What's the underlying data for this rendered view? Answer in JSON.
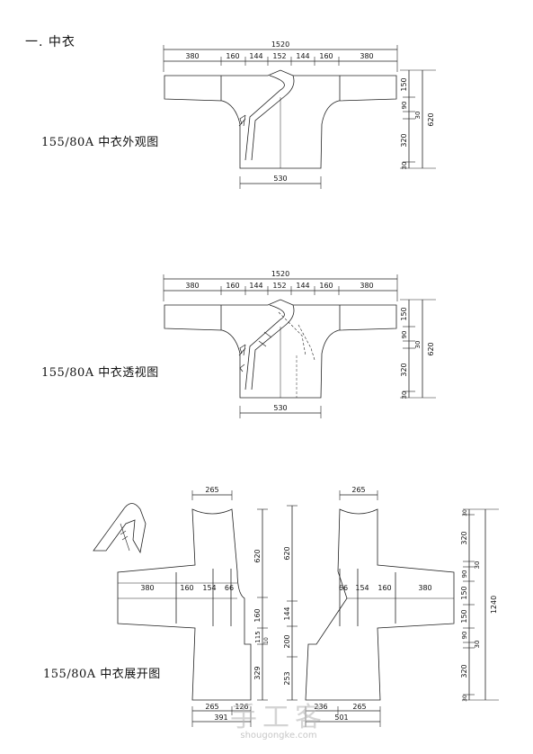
{
  "heading": "一. 中衣",
  "figure_labels": {
    "exterior": "155/80A 中衣外观图",
    "see_through": "155/80A 中衣透视图",
    "flat": "155/80A 中衣展开图"
  },
  "top_dims": {
    "total": "1520",
    "segments": [
      "380",
      "160",
      "144",
      "152",
      "144",
      "160",
      "380"
    ],
    "hem": "530",
    "right_side": [
      "150",
      "90",
      "30",
      "320",
      "30"
    ],
    "height": "620"
  },
  "flat_dims": {
    "neck_width": "265",
    "left_length": "620",
    "center_length": "620",
    "left_sleeve": [
      "380",
      "160",
      "154",
      "66"
    ],
    "right_sleeve": [
      "66",
      "154",
      "160",
      "380"
    ],
    "left_vertical": [
      "160",
      "115",
      "10",
      "329"
    ],
    "center_vertical": [
      "144",
      "200",
      "253"
    ],
    "left_bottom": [
      "265",
      "126",
      "391"
    ],
    "right_bottom": [
      "236",
      "265",
      "501"
    ],
    "right_side": [
      "30",
      "320",
      "30",
      "90",
      "150",
      "150",
      "90",
      "30",
      "320",
      "30"
    ],
    "total_height": "1240"
  },
  "watermark": {
    "text": "手工客",
    "url": "shougongke.com"
  }
}
